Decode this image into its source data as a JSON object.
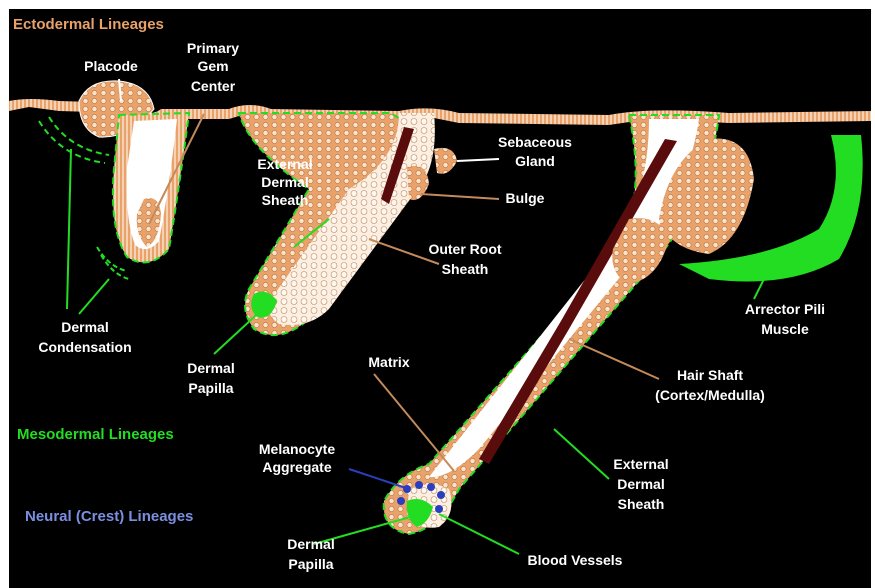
{
  "colors": {
    "background": "#000000",
    "ectoderm": "#e8a26a",
    "mesoderm": "#22dd22",
    "neural": "#7b8fe0",
    "hair_shaft": "#5a0c0c",
    "label": "#ffffff"
  },
  "legend": {
    "ectodermal": "Ectodermal Lineages",
    "mesodermal": "Mesodermal Lineages",
    "neural": "Neural (Crest) Lineages"
  },
  "labels": {
    "placode": "Placode",
    "primary_germ_center": [
      "Primary",
      "Gem",
      "Center"
    ],
    "external_dermal_sheath_1": [
      "External",
      "Dermal",
      "Sheath"
    ],
    "sebaceous_gland": [
      "Sebaceous",
      "Gland"
    ],
    "bulge": "Bulge",
    "outer_root_sheath": [
      "Outer Root",
      "Sheath"
    ],
    "dermal_condensation": [
      "Dermal",
      "Condensation"
    ],
    "dermal_papilla_1": [
      "Dermal",
      "Papilla"
    ],
    "matrix": "Matrix",
    "hair_shaft": [
      "Hair Shaft",
      "(Cortex/Medulla)"
    ],
    "arrector_pili_muscle": [
      "Arrector Pili",
      "Muscle"
    ],
    "melanocyte_aggregate": [
      "Melanocyte",
      "Aggregate"
    ],
    "external_dermal_sheath_2": [
      "External",
      "Dermal",
      "Sheath"
    ],
    "dermal_papilla_2": [
      "Dermal",
      "Papilla"
    ],
    "blood_vessels": "Blood Vessels"
  }
}
